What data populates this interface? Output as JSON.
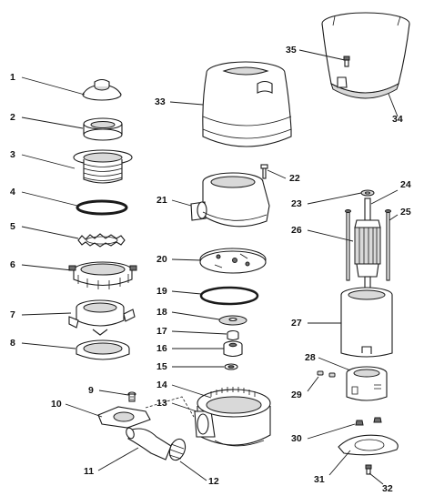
{
  "callouts": [
    {
      "id": "1",
      "label": "1"
    },
    {
      "id": "2",
      "label": "2"
    },
    {
      "id": "3",
      "label": "3"
    },
    {
      "id": "4",
      "label": "4"
    },
    {
      "id": "5",
      "label": "5"
    },
    {
      "id": "6",
      "label": "6"
    },
    {
      "id": "7",
      "label": "7"
    },
    {
      "id": "8",
      "label": "8"
    },
    {
      "id": "9",
      "label": "9"
    },
    {
      "id": "10",
      "label": "10"
    },
    {
      "id": "11",
      "label": "11"
    },
    {
      "id": "12",
      "label": "12"
    },
    {
      "id": "13",
      "label": "13"
    },
    {
      "id": "14",
      "label": "14"
    },
    {
      "id": "15",
      "label": "15"
    },
    {
      "id": "16",
      "label": "16"
    },
    {
      "id": "17",
      "label": "17"
    },
    {
      "id": "18",
      "label": "18"
    },
    {
      "id": "19",
      "label": "19"
    },
    {
      "id": "20",
      "label": "20"
    },
    {
      "id": "21",
      "label": "21"
    },
    {
      "id": "22",
      "label": "22"
    },
    {
      "id": "23",
      "label": "23"
    },
    {
      "id": "24",
      "label": "24"
    },
    {
      "id": "25",
      "label": "25"
    },
    {
      "id": "26",
      "label": "26"
    },
    {
      "id": "27",
      "label": "27"
    },
    {
      "id": "28",
      "label": "28"
    },
    {
      "id": "29",
      "label": "29"
    },
    {
      "id": "30",
      "label": "30"
    },
    {
      "id": "31",
      "label": "31"
    },
    {
      "id": "32",
      "label": "32"
    },
    {
      "id": "33",
      "label": "33"
    },
    {
      "id": "34",
      "label": "34"
    },
    {
      "id": "35",
      "label": "35"
    }
  ]
}
